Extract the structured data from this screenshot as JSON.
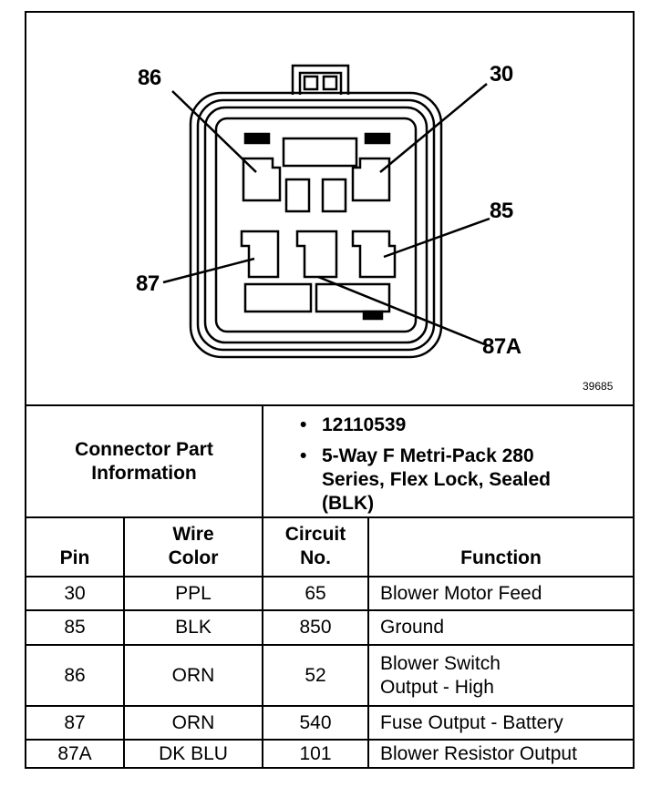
{
  "diagram": {
    "pin_callouts": [
      "86",
      "30",
      "85",
      "87",
      "87A"
    ],
    "figure_id": "39685"
  },
  "connector": {
    "heading": "Connector Part Information",
    "bullet_symbol": "•",
    "part_details": [
      "12110539",
      "5-Way F Metri-Pack 280 Series, Flex Lock, Sealed (BLK)"
    ]
  },
  "table": {
    "headers": [
      "Pin",
      "Wire Color",
      "Circuit No.",
      "Function"
    ],
    "rows": [
      {
        "pin": "30",
        "wire_color": "PPL",
        "circuit": "65",
        "function": "Blower Motor Feed"
      },
      {
        "pin": "85",
        "wire_color": "BLK",
        "circuit": "850",
        "function": "Ground"
      },
      {
        "pin": "86",
        "wire_color": "ORN",
        "circuit": "52",
        "function": "Blower Switch Output - High"
      },
      {
        "pin": "87",
        "wire_color": "ORN",
        "circuit": "540",
        "function": "Fuse Output - Battery"
      },
      {
        "pin": "87A",
        "wire_color": "DK BLU",
        "circuit": "101",
        "function": "Blower Resistor Output"
      }
    ]
  }
}
